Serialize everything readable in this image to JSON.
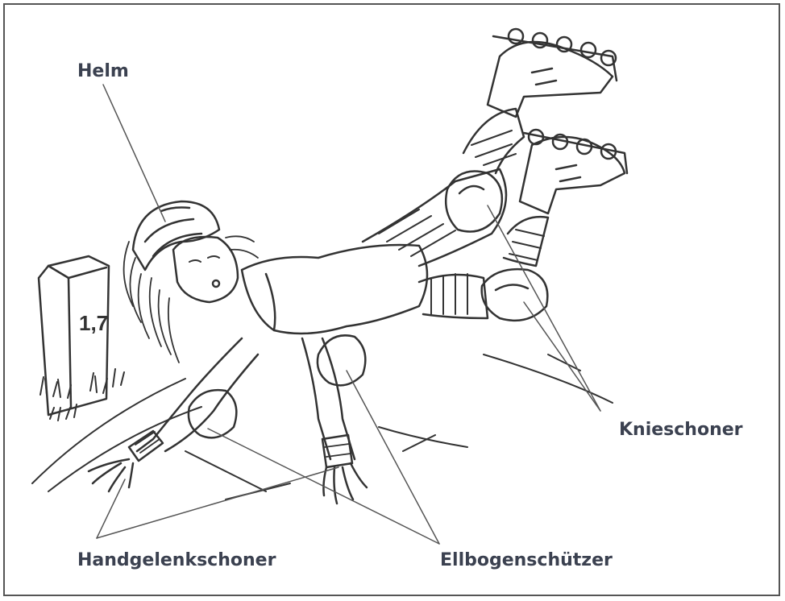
{
  "labels": {
    "helmet": "Helm",
    "knee_pads": "Knieschoner",
    "wrist_guards": "Handgelenkschoner",
    "elbow_pads": "Ellbogenschützer"
  },
  "marker_post_text": "1,7",
  "colors": {
    "ink": "#333333",
    "label": "#3b4150",
    "frame": "#555555"
  }
}
